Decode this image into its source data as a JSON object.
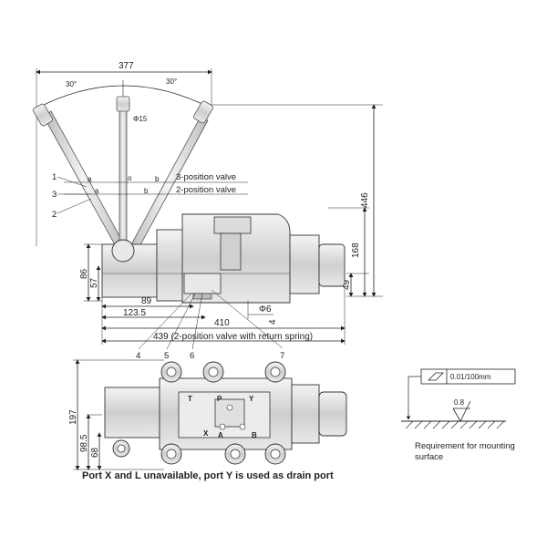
{
  "dimensions": {
    "overall_width": "377",
    "angle_left": "30°",
    "angle_right": "30°",
    "lever_dia": "Φ15",
    "height_total": "446",
    "height_body": "168",
    "d86": "86",
    "d57": "57",
    "d89": "89",
    "d123": "123.5",
    "d410": "410",
    "d439": "439 (2-position valve with return spring)",
    "d49": "49",
    "phi6": "Φ6",
    "d4": "4",
    "d197": "197",
    "d98": "98.5",
    "d68": "68"
  },
  "positions": {
    "pos3": "3-position valve",
    "pos2": "2-position valve",
    "a_label": "a",
    "o_label": "o",
    "b_label": "b"
  },
  "callouts": [
    "1",
    "3",
    "2",
    "4",
    "5",
    "6",
    "7"
  ],
  "ports": {
    "T": "T",
    "P": "P",
    "Y": "Y",
    "X": "X",
    "A": "A",
    "B": "B"
  },
  "surface": {
    "flatness": "0.01/100mm",
    "roughness": "0.8",
    "requirement": "Requirement for mounting surface"
  },
  "caption": "Port X and L unavailable, port Y is used as drain port"
}
